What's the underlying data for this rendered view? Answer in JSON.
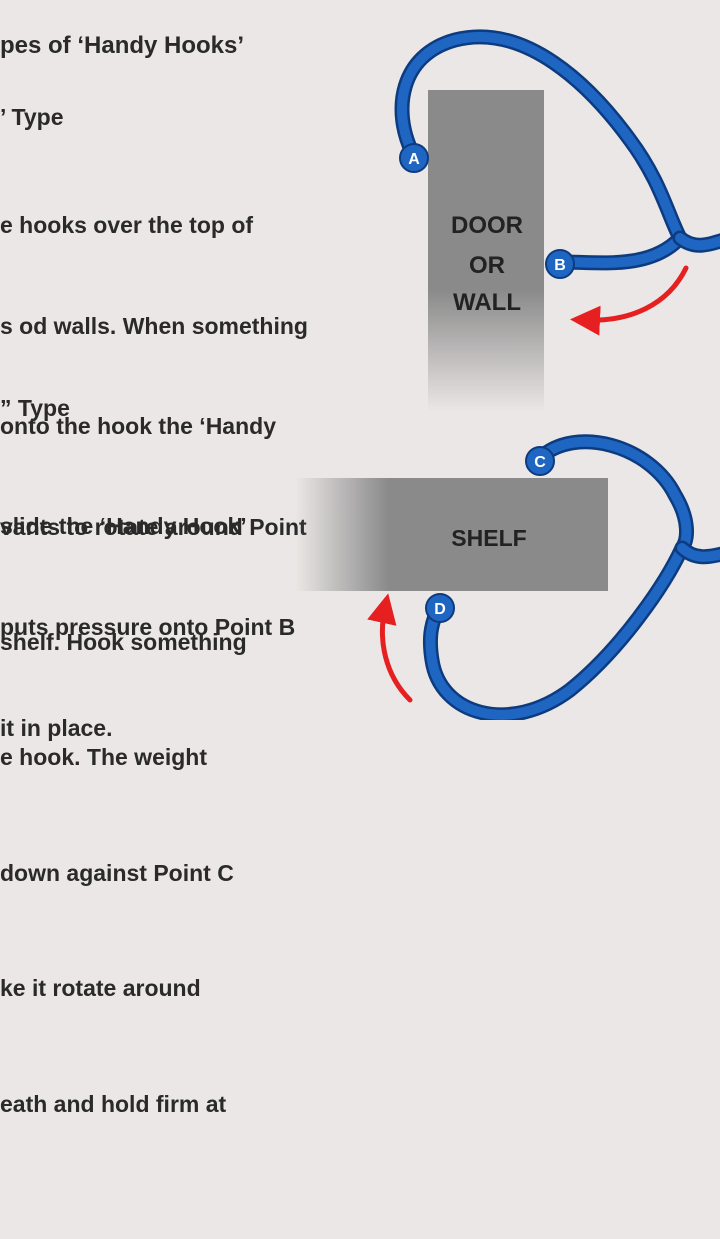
{
  "heading": "pes of ‘Handy Hooks’",
  "section1": {
    "title": "’ Type",
    "lines": [
      "e hooks over the top of",
      "s od walls. When something",
      "onto the hook the ‘Handy",
      "vants to rotate around Point",
      "puts pressure onto Point B",
      "it in place."
    ]
  },
  "section2": {
    "title": "” Type",
    "lines": [
      "slide the ‘Handy Hook’",
      "shelf. Hook something",
      "e hook. The weight",
      "down against Point C",
      "ke it rotate around",
      "eath and hold firm at",
      ""
    ]
  },
  "diagram": {
    "door_label": [
      "DOOR",
      "OR",
      "WALL"
    ],
    "shelf_label": "SHELF",
    "points": {
      "a": "A",
      "b": "B",
      "c": "C",
      "d": "D"
    },
    "colors": {
      "hook": "#1f65c2",
      "hook_outline": "#0c3b80",
      "arrow": "#e62020",
      "board": "#8a8a8a",
      "background": "#ebe7e6"
    }
  }
}
